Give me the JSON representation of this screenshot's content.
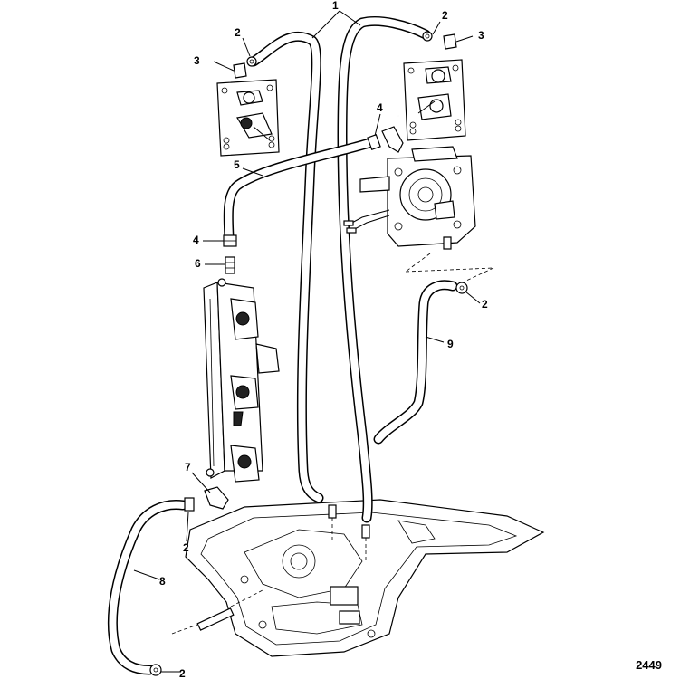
{
  "callouts": {
    "c1": "1",
    "c2a": "2",
    "c2b": "2",
    "c2c": "2",
    "c2d": "2",
    "c2e": "2",
    "c3a": "3",
    "c3b": "3",
    "c4a": "4",
    "c4b": "4",
    "c5": "5",
    "c6": "6",
    "c7": "7",
    "c8": "8",
    "c9": "9"
  },
  "figure_number": "2449"
}
